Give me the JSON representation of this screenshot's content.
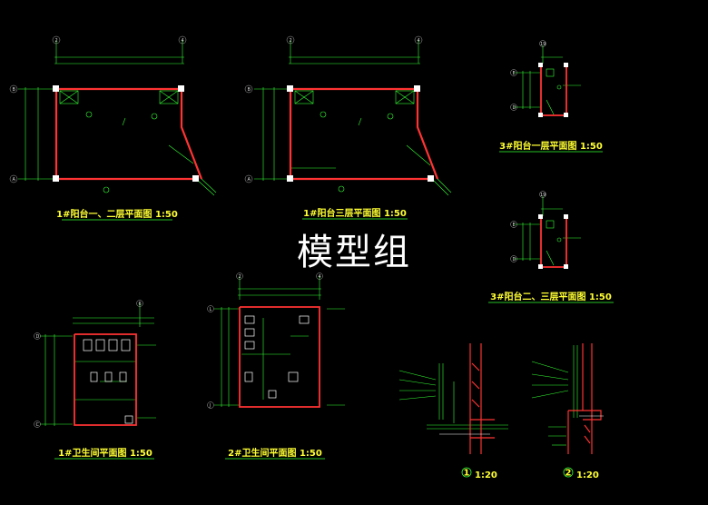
{
  "watermark": "模型组",
  "colors": {
    "background": "#000000",
    "wall": "#ff3333",
    "line": "#33ff33",
    "dim": "#aaaaaa",
    "title": "#ffff33",
    "window": "#33ccff"
  },
  "titles": {
    "p1": "1#阳台一、二层平面图 1:50",
    "p2": "1#阳台三层平面图 1:50",
    "p3": "3#阳台一层平面图 1:50",
    "p4": "3#阳台二、三层平面图 1:50",
    "t1": "1#卫生间平面图 1:50",
    "t2": "2#卫生间平面图 1:50",
    "d1": "1:20",
    "d2": "1:20"
  },
  "detail_markers": {
    "d1": "1",
    "d2": "2"
  },
  "axis_labels": {
    "p1": [
      "B",
      "A",
      "2",
      "4"
    ],
    "p2": [
      "B",
      "A",
      "2",
      "4"
    ],
    "p3": [
      "E",
      "D",
      "19"
    ],
    "p4": [
      "E",
      "D",
      "19"
    ],
    "t1": [
      "D",
      "C",
      "6"
    ],
    "t2": [
      "L",
      "J",
      "2",
      "4"
    ]
  }
}
